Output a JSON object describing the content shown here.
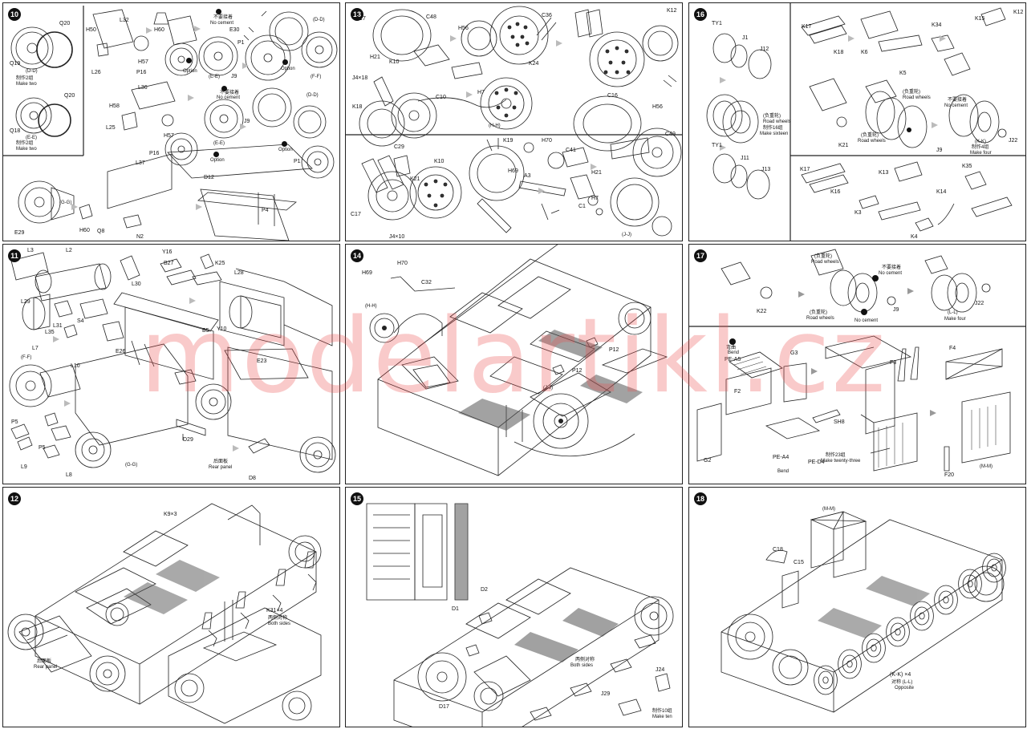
{
  "watermark": "modelartikl.cz",
  "steps": {
    "s10": {
      "num": "10",
      "labels": {
        "Q20a": "Q20",
        "Q19": "Q19",
        "DD1": "(D-D)",
        "make2a": "Make two",
        "note2a": "制作2组",
        "Q20b": "Q20",
        "Q18": "Q18",
        "EE1": "(E-E)",
        "make2b": "Make two",
        "note2b": "制作2组",
        "H50": "H50",
        "L32": "L32",
        "L26": "L26",
        "H60a": "H60",
        "H57a": "H57",
        "P16a": "P16",
        "nocement1": "No cement",
        "nocement1cn": "不要接着",
        "E30": "E30",
        "P1a": "P1",
        "DD2": "(D-D)",
        "option1": "Option",
        "option2": "Option",
        "EE2": "(E-E)",
        "J9a": "J9",
        "FF1": "(F-F)",
        "L36": "L36",
        "H58": "H58",
        "L25": "L25",
        "H57b": "H57",
        "P16b": "P16",
        "nocement2": "No cement",
        "nocement2cn": "不要接着",
        "J9b": "J9",
        "EE3": "(E-E)",
        "option3": "Option",
        "DD3": "(D-D)",
        "option4": "Option",
        "P1b": "P1",
        "L37": "L37",
        "D12": "D12",
        "P4": "P4",
        "Q8": "Q8",
        "N2": "N2",
        "GG1": "(G-G)",
        "E29": "E29",
        "H60b": "H60"
      }
    },
    "s11": {
      "num": "11",
      "labels": {
        "L3": "L3",
        "L2": "L2",
        "L30": "L30",
        "Y16": "Y16",
        "B27": "B27",
        "K25": "K25",
        "L28": "L28",
        "L29": "L29",
        "S4": "S4",
        "L31": "L31",
        "L35": "L35",
        "B5": "B5",
        "Y10": "Y10",
        "E26": "E26",
        "L7": "L7",
        "L10": "L10",
        "FF": "(F-F)",
        "E23": "E23",
        "P5a": "P5",
        "L9": "L9",
        "P5b": "P5",
        "L8": "L8",
        "GG": "(G-G)",
        "D29": "D29",
        "rearcn": "后面板",
        "rear": "Rear panel",
        "D8": "D8"
      }
    },
    "s12": {
      "num": "12",
      "labels": {
        "K9": "K9×3",
        "K31": "K31×4",
        "bothcn": "两侧对称",
        "both": "Both sides",
        "rearcn": "后面板",
        "rear": "Rear panel"
      }
    },
    "s13": {
      "num": "13",
      "labels": {
        "C17a": "C17",
        "C48": "C48",
        "H56a": "H56",
        "C36": "C36",
        "K12": "K12",
        "H21a": "H21",
        "K10a": "K10",
        "J4a": "J4×18",
        "K18": "K18",
        "K24": "K24",
        "C10": "C10",
        "H7a": "H7",
        "HH1": "(H-H)",
        "C16": "C16",
        "H56b": "H56",
        "C49": "C49",
        "C29": "C29",
        "K21": "K21",
        "K10b": "K10",
        "K19": "K19",
        "H70": "H70",
        "H69": "H69",
        "C41": "C41",
        "A3": "A3",
        "H21b": "H21",
        "H7b": "H7",
        "C1": "C1",
        "J4b": "J4×10",
        "C17b": "C17",
        "JJ": "(J-J)"
      }
    },
    "s14": {
      "num": "14",
      "labels": {
        "H69": "H69",
        "H70": "H70",
        "C32": "C32",
        "HH": "(H-H)",
        "P12a": "P12",
        "P12b": "P12",
        "JJ": "(J-J)"
      }
    },
    "s15": {
      "num": "15",
      "labels": {
        "D2": "D2",
        "D1": "D1",
        "D17": "D17",
        "bothcn": "两侧对称",
        "both": "Both sides",
        "J29": "J29",
        "J24": "J24",
        "maketencn": "制作10组",
        "maketen": "Make ten"
      }
    },
    "s16": {
      "num": "16",
      "labels": {
        "TY1a": "TY1",
        "J1": "J1",
        "J12": "J12",
        "roadwheelscn": "(负重轮)",
        "roadwheels": "Road wheels",
        "make16cn": "制作16组",
        "make16": "Make sixteen",
        "TY1b": "TY1",
        "J11": "J11",
        "J13": "J13",
        "K17a": "K17",
        "K18a": "K18",
        "K6": "K6",
        "K5": "K5",
        "K34": "K34",
        "K15": "K15",
        "K12": "K12",
        "K21": "K21",
        "rw2cn": "(负重轮)",
        "rw2": "Road wheels",
        "rw3cn": "(负重轮)",
        "rw3": "Road wheels",
        "nocement": "No cement",
        "nocementcn": "不要接着",
        "J9": "J9",
        "KK": "(K-K)",
        "makefourcn": "制作4组",
        "makefour": "Make four",
        "J22": "J22",
        "K17b": "K17",
        "K16": "K16",
        "K13": "K13",
        "K14": "K14",
        "K35": "K35",
        "K3": "K3",
        "K4": "K4"
      }
    },
    "s17": {
      "num": "17",
      "labels": {
        "K22": "K22",
        "rwcn": "(负重轮)",
        "rw": "Road wheels",
        "nocementcn": "不要接着",
        "nocement": "No cement",
        "J9": "J9",
        "rw2cn": "(负重轮)",
        "rw2": "Road wheels",
        "nocement2": "No cement",
        "LL": "(L-L)",
        "J22": "J22",
        "makefour": "Make four",
        "bendcn": "弯曲",
        "bend": "Bend",
        "PEA5": "PE-A5",
        "G3": "G3",
        "F3": "F3",
        "F4": "F4",
        "F2": "F2",
        "G2": "G2",
        "SH8": "SH8",
        "PEA4": "PE-A4",
        "bend2": "Bend",
        "PED4": "PE-D4",
        "make23cn": "制作23组",
        "make23": "Make twenty-three",
        "F20": "F20",
        "MM": "(M-M)"
      }
    },
    "s18": {
      "num": "18",
      "labels": {
        "MM": "(M-M)",
        "C18": "C18",
        "C15": "C15",
        "KKx4": "(K-K) ×4",
        "oppcn": "对称 (L-L)",
        "opp": "Opposite"
      }
    }
  },
  "colors": {
    "accent": "#ec5050",
    "line": "#222222"
  }
}
